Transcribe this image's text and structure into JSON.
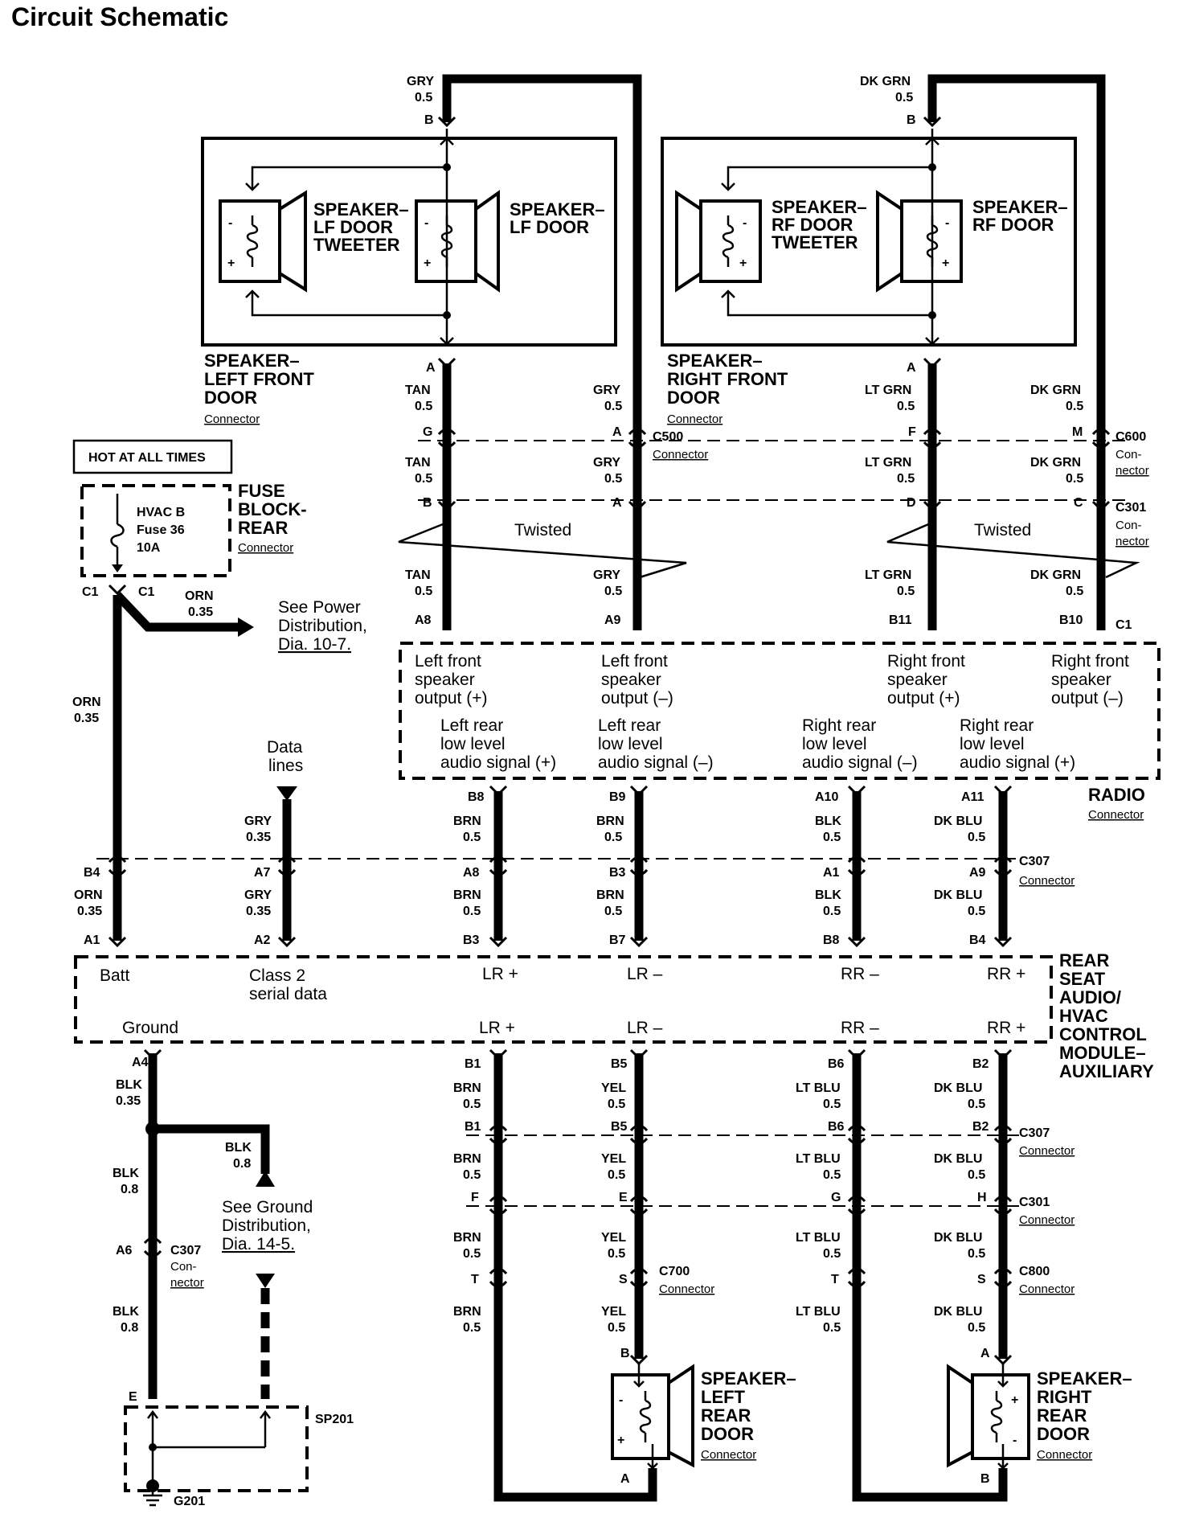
{
  "title": "Circuit Schematic",
  "hot_label": "HOT AT ALL TIMES",
  "fuse": {
    "lines": [
      "HVAC B",
      "Fuse 36",
      "10A"
    ],
    "block_name": [
      "FUSE",
      "BLOCK-",
      "REAR"
    ],
    "connector_label": "Connector",
    "pin_left": "C1",
    "pin_right": "C1"
  },
  "power_note": {
    "wire": [
      "ORN",
      "0.35"
    ],
    "text": [
      "See Power",
      "Distribution,",
      "Dia. 10-7."
    ]
  },
  "data_lines_note": [
    "Data",
    "lines"
  ],
  "ground_note": [
    "See Ground",
    "Distribution,",
    "Dia. 14-5."
  ],
  "speakers_front": {
    "lf_tweeter": [
      "SPEAKER–",
      "LF DOOR",
      "TWEETER"
    ],
    "lf_door": [
      "SPEAKER–",
      "LF DOOR"
    ],
    "rf_tweeter": [
      "SPEAKER–",
      "RF DOOR",
      "TWEETER"
    ],
    "rf_door": [
      "SPEAKER–",
      "RF DOOR"
    ],
    "left_assembly": [
      "SPEAKER–",
      "LEFT FRONT",
      "DOOR"
    ],
    "right_assembly": [
      "SPEAKER–",
      "RIGHT FRONT",
      "DOOR"
    ],
    "connector_label": "Connector"
  },
  "top_wires": {
    "gry": [
      "GRY",
      "0.5"
    ],
    "dkgrn": [
      "DK GRN",
      "0.5"
    ],
    "pin_b": "B"
  },
  "front_wires": {
    "pin_a": "A",
    "tan_top": [
      "TAN",
      "0.5"
    ],
    "gry_top": [
      "GRY",
      "0.5"
    ],
    "ltgrn_top": [
      "LT GRN",
      "0.5"
    ],
    "dkgrn_top": [
      "DK GRN",
      "0.5"
    ],
    "c500_pins": [
      "G",
      "A"
    ],
    "c600_pins": [
      "F",
      "M"
    ],
    "c500": "C500",
    "c600": "C600",
    "connector_label": "Connector",
    "con_split": [
      "Con-",
      "nector"
    ],
    "tan_mid": [
      "TAN",
      "0.5"
    ],
    "gry_mid": [
      "GRY",
      "0.5"
    ],
    "ltgrn_mid": [
      "LT GRN",
      "0.5"
    ],
    "dkgrn_mid": [
      "DK GRN",
      "0.5"
    ],
    "c301_pins_left": [
      "B",
      "A"
    ],
    "c301_pins_right": [
      "D",
      "C"
    ],
    "c301": "C301",
    "twisted": "Twisted",
    "tan_low": [
      "TAN",
      "0.5"
    ],
    "gry_low": [
      "GRY",
      "0.5"
    ],
    "ltgrn_low": [
      "LT GRN",
      "0.5"
    ],
    "dkgrn_low": [
      "DK GRN",
      "0.5"
    ],
    "radio_pins": [
      "A8",
      "A9",
      "B11",
      "B10"
    ],
    "radio_conn": "C1"
  },
  "radio": {
    "name": "RADIO",
    "connector_label": "Connector",
    "outputs": [
      [
        "Left front",
        "speaker",
        "output (+)"
      ],
      [
        "Left front",
        "speaker",
        "output (–)"
      ],
      [
        "Right front",
        "speaker",
        "output (+)"
      ],
      [
        "Right front",
        "speaker",
        "output (–)"
      ]
    ],
    "signals": [
      [
        "Left rear",
        "low level",
        "audio signal (+)"
      ],
      [
        "Left rear",
        "low level",
        "audio signal (–)"
      ],
      [
        "Right rear",
        "low level",
        "audio signal (–)"
      ],
      [
        "Right rear",
        "low level",
        "audio signal (+)"
      ]
    ],
    "pins_bottom": [
      "B8",
      "B9",
      "A10",
      "A11"
    ]
  },
  "mid_wires": {
    "upper": [
      [
        "BRN",
        "0.5"
      ],
      [
        "BRN",
        "0.5"
      ],
      [
        "BLK",
        "0.5"
      ],
      [
        "DK BLU",
        "0.5"
      ]
    ],
    "gry_data": [
      "GRY",
      "0.35"
    ],
    "orn_left": [
      "ORN",
      "0.35"
    ],
    "c307_pins_top": [
      "B4",
      "A7",
      "A8",
      "B3",
      "A1",
      "A9"
    ],
    "c307": "C307",
    "connector_label": "Connector",
    "lower": [
      [
        "ORN",
        "0.35"
      ],
      [
        "GRY",
        "0.35"
      ],
      [
        "BRN",
        "0.5"
      ],
      [
        "BRN",
        "0.5"
      ],
      [
        "BLK",
        "0.5"
      ],
      [
        "DK BLU",
        "0.5"
      ]
    ],
    "module_pins": [
      "A1",
      "A2",
      "B3",
      "B7",
      "B8",
      "B4"
    ]
  },
  "module": {
    "name": [
      "REAR",
      "SEAT",
      "AUDIO/",
      "HVAC",
      "CONTROL",
      "MODULE–",
      "AUXILIARY"
    ],
    "batt": "Batt",
    "class2": [
      "Class 2",
      "serial data"
    ],
    "ground": "Ground",
    "top_signals": [
      "LR +",
      "LR –",
      "RR –",
      "RR +"
    ],
    "bottom_signals": [
      "LR +",
      "LR –",
      "RR –",
      "RR +"
    ]
  },
  "ground_wires": {
    "pin_a4": "A4",
    "blk035": [
      "BLK",
      "0.35"
    ],
    "blk08_branch": [
      "BLK",
      "0.8"
    ],
    "blk08_mid": [
      "BLK",
      "0.8"
    ],
    "pin_a6": "A6",
    "c307": "C307",
    "con_split": [
      "Con-",
      "nector"
    ],
    "blk08_low": [
      "BLK",
      "0.8"
    ],
    "pin_e": "E",
    "sp201": "SP201",
    "g201": "G201"
  },
  "rear_wires": {
    "top_pins": [
      "B1",
      "B5",
      "B6",
      "B2"
    ],
    "w1": [
      [
        "BRN",
        "0.5"
      ],
      [
        "YEL",
        "0.5"
      ],
      [
        "LT BLU",
        "0.5"
      ],
      [
        "DK BLU",
        "0.5"
      ]
    ],
    "c307_pins": [
      "B1",
      "B5",
      "B6",
      "B2"
    ],
    "c307": "C307",
    "w2": [
      [
        "BRN",
        "0.5"
      ],
      [
        "YEL",
        "0.5"
      ],
      [
        "LT BLU",
        "0.5"
      ],
      [
        "DK BLU",
        "0.5"
      ]
    ],
    "c301_pins": [
      "F",
      "E",
      "G",
      "H"
    ],
    "c301": "C301",
    "w3": [
      [
        "BRN",
        "0.5"
      ],
      [
        "YEL",
        "0.5"
      ],
      [
        "LT BLU",
        "0.5"
      ],
      [
        "DK BLU",
        "0.5"
      ]
    ],
    "c700_pins": [
      "T",
      "S"
    ],
    "c800_pins": [
      "T",
      "S"
    ],
    "c700": "C700",
    "c800": "C800",
    "connector_label": "Connector",
    "w4": [
      [
        "BRN",
        "0.5"
      ],
      [
        "YEL",
        "0.5"
      ],
      [
        "LT BLU",
        "0.5"
      ],
      [
        "DK BLU",
        "0.5"
      ]
    ],
    "lr_pin_top": "B",
    "rr_pin_top": "A",
    "lr_pin_bottom": "A",
    "rr_pin_bottom": "B"
  },
  "speakers_rear": {
    "left": [
      "SPEAKER–",
      "LEFT",
      "REAR",
      "DOOR"
    ],
    "right": [
      "SPEAKER–",
      "RIGHT",
      "REAR",
      "DOOR"
    ],
    "connector_label": "Connector"
  }
}
